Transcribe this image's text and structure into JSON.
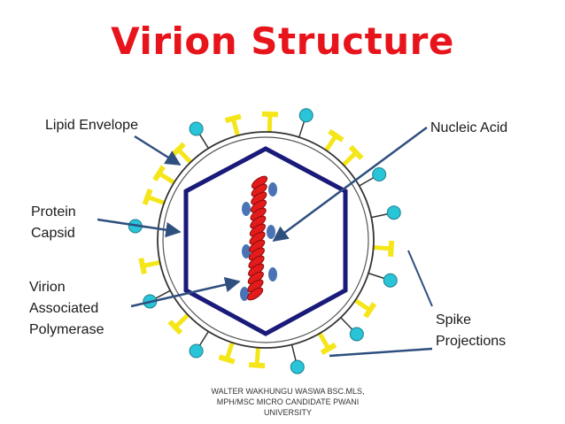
{
  "title": "Virion Structure",
  "labels": {
    "lipid_envelope": "Lipid Envelope",
    "nucleic_acid": "Nucleic Acid",
    "protein_capsid_line1": "Protein",
    "protein_capsid_line2": "Capsid",
    "polymerase_line1": "Virion",
    "polymerase_line2": "Associated",
    "polymerase_line3": "Polymerase",
    "spike_line1": "Spike",
    "spike_line2": "Projections"
  },
  "credit": {
    "line1": "WALTER WAKHUNGU WASWA BSC.MLS,",
    "line2": "MPH/MSC MICRO CANDIDATE PWANI",
    "line3": "UNIVERSITY"
  },
  "colors": {
    "title": "#e8141b",
    "capsid": "#1a1a7a",
    "nucleic_acid": "#e31b1b",
    "polymerase": "#4a72b5",
    "spike_yellow": "#f5e61a",
    "spike_cyan": "#29c4d8",
    "arrow": "#2f4f7f"
  }
}
